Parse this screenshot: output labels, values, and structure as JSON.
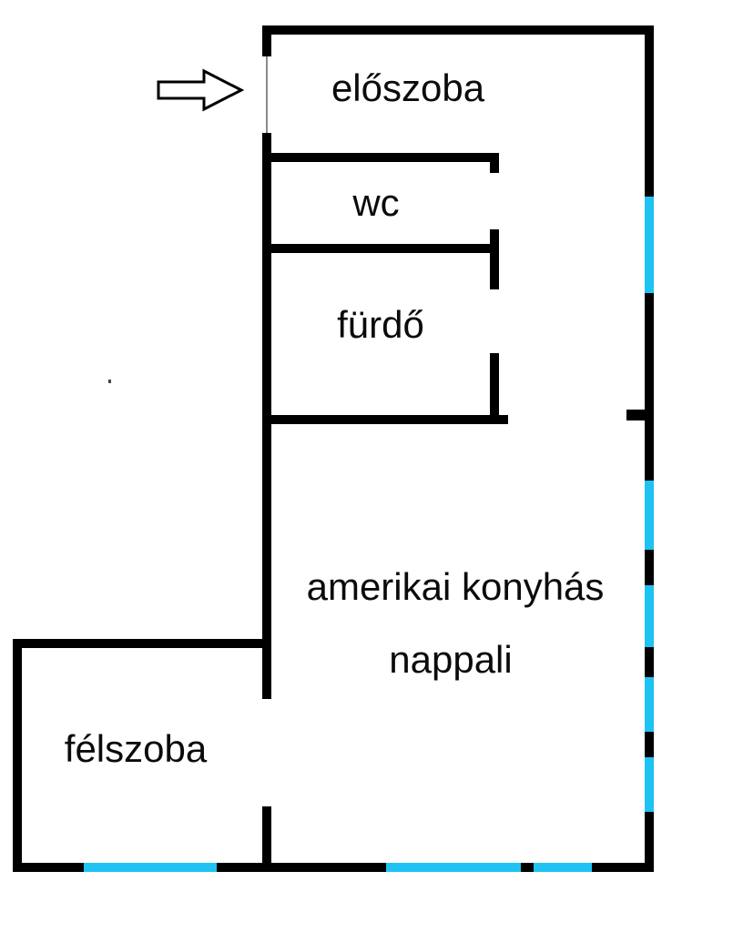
{
  "title": "apartment floor plan",
  "colors": {
    "wall": "#000000",
    "window": "#1fc3f3"
  },
  "rooms": {
    "eloszoba": {
      "label": "előszoba"
    },
    "wc": {
      "label": "wc"
    },
    "furdo": {
      "label": "fürdő"
    },
    "nappali": {
      "label_line1": "amerikai konyhás",
      "label_line2": "nappali"
    },
    "felszoba": {
      "label": "félszoba"
    }
  },
  "entrance": {
    "icon": "arrow-right",
    "description": "entrance arrow pointing at front door opening"
  }
}
